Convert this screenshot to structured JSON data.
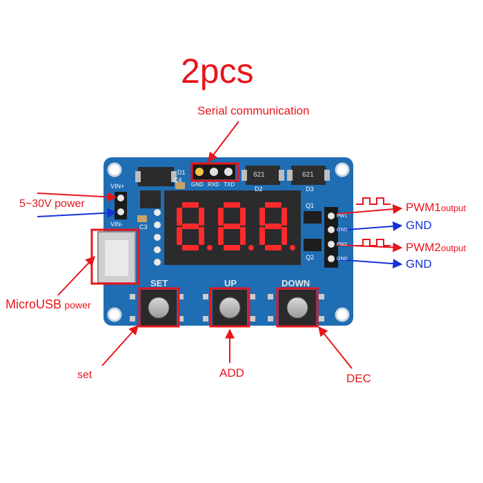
{
  "title": "2pcs",
  "colors": {
    "annotation_red": "#e8141b",
    "annotation_blue": "#1432d6",
    "pcb_blue": "#1f6db3",
    "display_red": "#ff2a2a",
    "display_bg": "#2b2b2d"
  },
  "labels": {
    "serial_communication": "Serial communication",
    "power_range": "5~30V power",
    "microusb_main": "MicroUSB",
    "microusb_power": "power",
    "pwm1": "PWM1",
    "pwm1_output": "output",
    "gnd1": "GND",
    "pwm2": "PWM2",
    "pwm2_output": "output",
    "gnd2": "GND",
    "set": "set",
    "add": "ADD",
    "dec": "DEC"
  },
  "board": {
    "silkscreen": {
      "d1": "D1",
      "c4": "C4",
      "gnd": "GND",
      "rxd": "RXD",
      "txd": "TXD",
      "d2": "D2",
      "d3": "D3",
      "diode2_code": "621",
      "diode3_code": "621",
      "vin_plus": "VIN+",
      "vin_minus": "VIN-",
      "c3": "C3",
      "q1": "Q1",
      "q2": "Q2",
      "pw1": "PW1",
      "gnd_pin1": "GND",
      "pw2": "PW2",
      "gnd_pin2": "GND",
      "btn_set": "SET",
      "btn_up": "UP",
      "btn_down": "DOWN"
    },
    "display_digits": [
      "8",
      "8",
      "8"
    ]
  }
}
